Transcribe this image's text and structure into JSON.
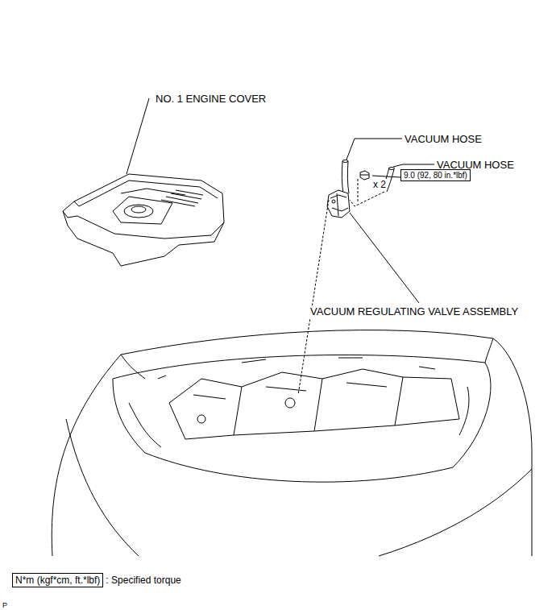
{
  "diagram": {
    "nodes": [
      {
        "text": [
          "9.0 (92, 80 in.*lbf)"
        ]
      },
      {
        "text": [
          "N*m (kgf*cm, ft.*lbf)",
          ": Specified torque"
        ]
      }
    ],
    "labels": [
      "x 2",
      "NO. 1 ENGINE COVER",
      "VACUUM HOSE",
      "VACUUM HOSE",
      "VACUUM REGULATING VALVE ASSEMBLY",
      "P"
    ]
  }
}
